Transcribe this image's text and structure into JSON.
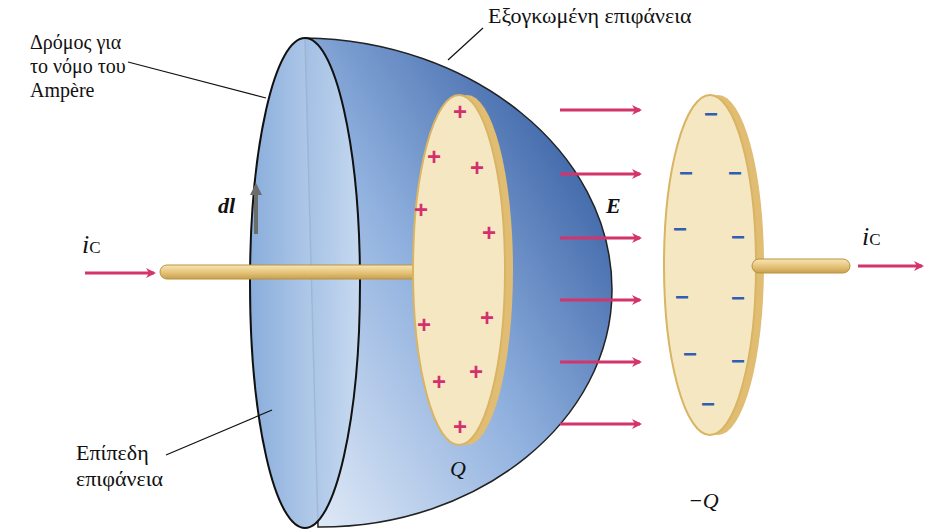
{
  "diagram": {
    "labels": [
      "Εξογκωμένη επιφάνεια",
      "Δρόμος για το νόμο του Ampère",
      "dl",
      "iC",
      "E",
      "iC",
      "Επίπεδη επιφάνεια",
      "Q",
      "−Q",
      "+",
      "+",
      "+",
      "+",
      "+",
      "+",
      "+",
      "+",
      "+",
      "+",
      "−",
      "−",
      "−",
      "−",
      "−",
      "−",
      "−",
      "−",
      "−",
      "−"
    ]
  }
}
